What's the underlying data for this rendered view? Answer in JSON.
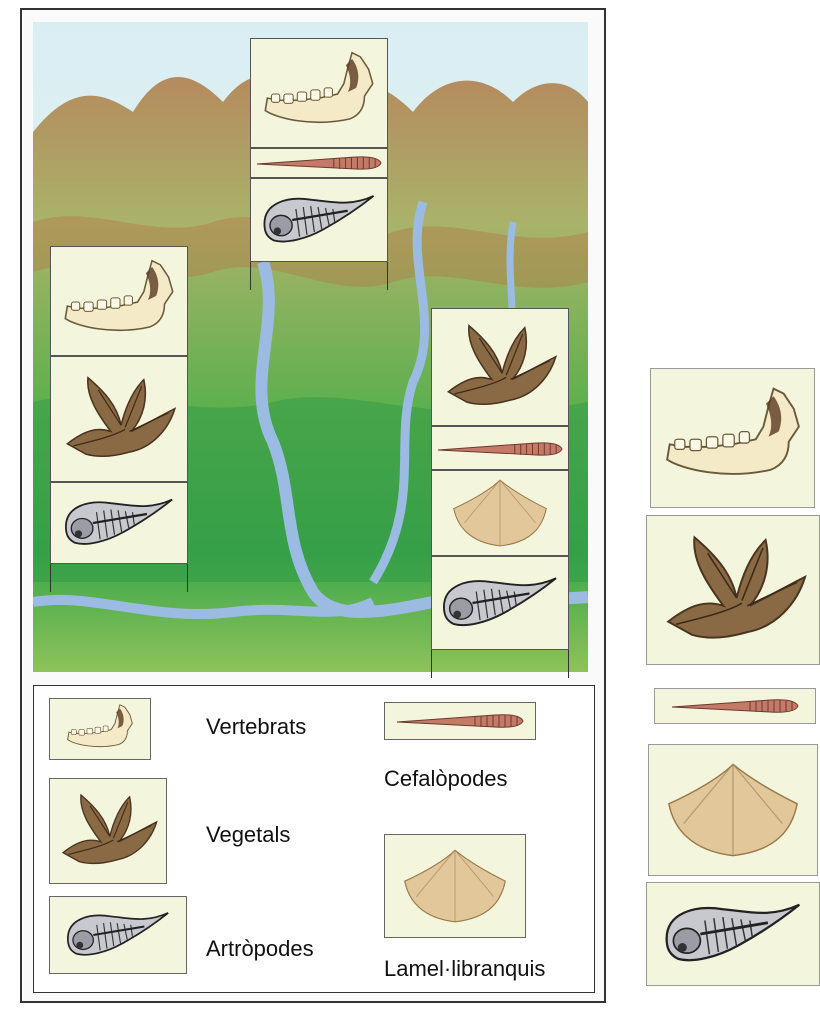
{
  "legend": {
    "vertebrats": "Vertebrats",
    "vegetals": "Vegetals",
    "artropodes": "Artròpodes",
    "cefalopodes": "Cefalòpodes",
    "lamellibranquis": "Lamel·libranquis"
  },
  "icons": [
    "jaw-fossil-icon",
    "leaf-fossil-icon",
    "trilobite-fossil-icon",
    "belemnite-fossil-icon",
    "bivalve-fossil-icon"
  ],
  "colors": {
    "river": "#8fb3df",
    "green": "#3fa84a",
    "brown": "#b8865a",
    "sky": "#dff1f4"
  }
}
